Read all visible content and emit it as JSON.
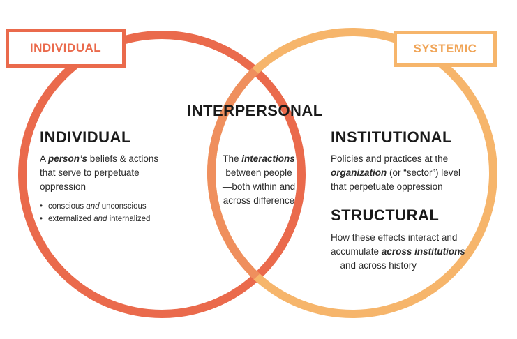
{
  "labels": {
    "individual_tag": "INDIVIDUAL",
    "systemic_tag": "SYSTEMIC"
  },
  "colors": {
    "individual_ring": "#ea6a4c",
    "systemic_ring": "#f6b56b",
    "overlap_ring": "#ef8f5d"
  },
  "interpersonal": {
    "heading": "INTERPERSONAL",
    "desc_1": "The ",
    "desc_em": "interactions",
    "desc_2": "between people",
    "desc_3": "—both within and",
    "desc_4": "across difference"
  },
  "individual": {
    "heading": "INDIVIDUAL",
    "desc_1": "A ",
    "desc_em": "person’s",
    "desc_2": " beliefs & actions",
    "desc_3": "that serve to perpetuate",
    "desc_4": "oppression",
    "bullet_1a": "conscious ",
    "bullet_1b": "and",
    "bullet_1c": " unconscious",
    "bullet_2a": "externalized ",
    "bullet_2b": "and",
    "bullet_2c": " internalized"
  },
  "institutional": {
    "heading": "INSTITUTIONAL",
    "desc_1": "Policies and practices at the",
    "desc_em": "organization",
    "desc_2": " (or “sector”) level",
    "desc_3": "that perpetuate oppression"
  },
  "structural": {
    "heading": "STRUCTURAL",
    "desc_1": "How these effects interact and",
    "desc_2": "accumulate ",
    "desc_em": "across institutions",
    "desc_3": "—and across history"
  }
}
